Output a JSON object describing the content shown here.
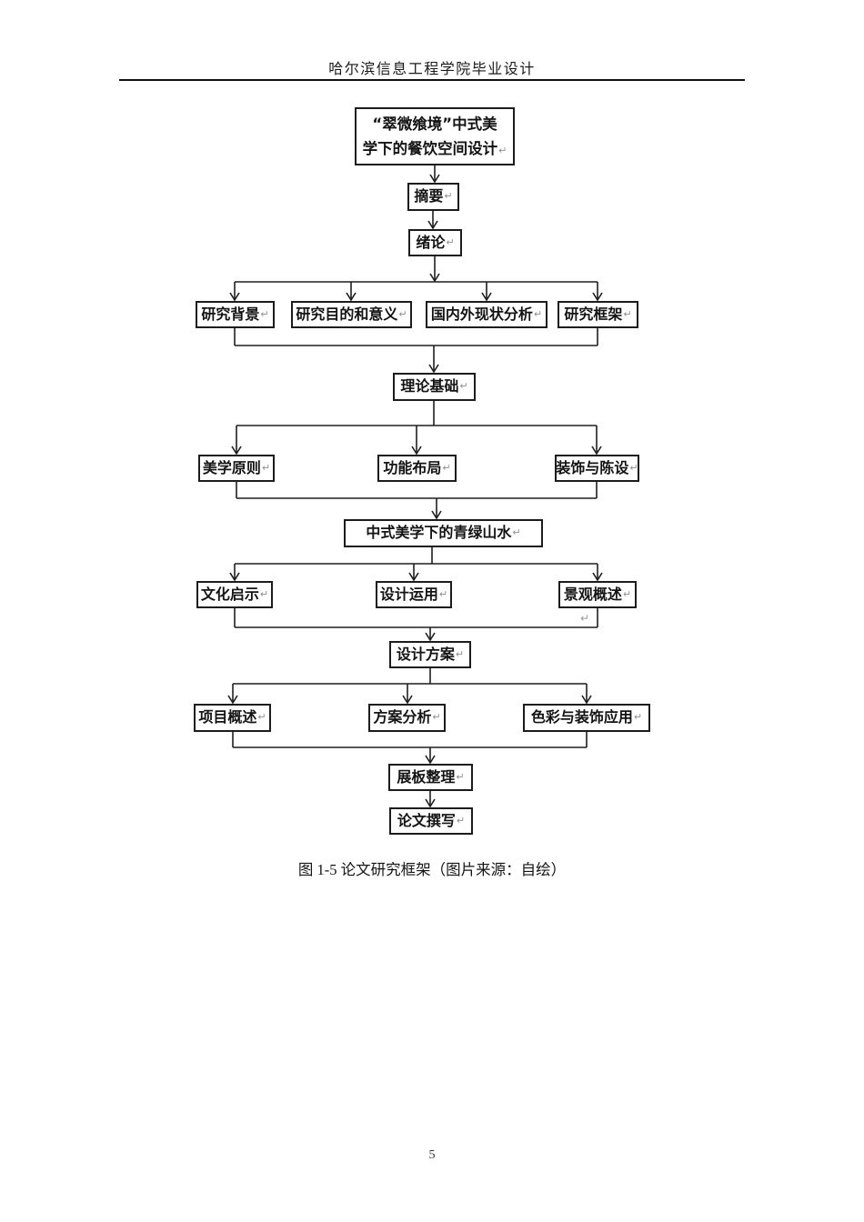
{
  "page": {
    "header_title": "哈尔滨信息工程学院毕业设计",
    "caption": "图 1-5 论文研究框架（图片来源：自绘）",
    "page_number": "5",
    "return_mark": "↵"
  },
  "diagram": {
    "nodes": {
      "title_line1": "“翠微飨境”中式美",
      "title_line2": "学下的餐饮空间设计",
      "abstract": "摘要",
      "introduction": "绪论",
      "research_background": "研究背景",
      "research_purpose": "研究目的和意义",
      "domestic_foreign_analysis": "国内外现状分析",
      "research_framework": "研究框架",
      "theoretical_basis": "理论基础",
      "aesthetic_principles": "美学原则",
      "functional_layout": "功能布局",
      "decoration_furnishing": "装饰与陈设",
      "blue_green_landscape": "中式美学下的青绿山水",
      "cultural_inspiration": "文化启示",
      "design_application": "设计运用",
      "landscape_overview": "景观概述",
      "design_scheme": "设计方案",
      "project_overview": "项目概述",
      "scheme_analysis": "方案分析",
      "color_decoration_application": "色彩与装饰应用",
      "exhibition_board": "展板整理",
      "thesis_writing": "论文撰写"
    },
    "edges": [
      {
        "from": "title",
        "to": "abstract"
      },
      {
        "from": "abstract",
        "to": "introduction"
      },
      {
        "from": "introduction",
        "to": "research_background"
      },
      {
        "from": "introduction",
        "to": "research_purpose"
      },
      {
        "from": "introduction",
        "to": "domestic_foreign_analysis"
      },
      {
        "from": "introduction",
        "to": "research_framework"
      },
      {
        "from": "research_background",
        "to": "theoretical_basis"
      },
      {
        "from": "research_framework",
        "to": "theoretical_basis"
      },
      {
        "from": "theoretical_basis",
        "to": "aesthetic_principles"
      },
      {
        "from": "theoretical_basis",
        "to": "functional_layout"
      },
      {
        "from": "theoretical_basis",
        "to": "decoration_furnishing"
      },
      {
        "from": "aesthetic_principles",
        "to": "blue_green_landscape"
      },
      {
        "from": "decoration_furnishing",
        "to": "blue_green_landscape"
      },
      {
        "from": "blue_green_landscape",
        "to": "cultural_inspiration"
      },
      {
        "from": "blue_green_landscape",
        "to": "design_application"
      },
      {
        "from": "blue_green_landscape",
        "to": "landscape_overview"
      },
      {
        "from": "cultural_inspiration",
        "to": "design_scheme"
      },
      {
        "from": "landscape_overview",
        "to": "design_scheme"
      },
      {
        "from": "design_scheme",
        "to": "project_overview"
      },
      {
        "from": "design_scheme",
        "to": "scheme_analysis"
      },
      {
        "from": "design_scheme",
        "to": "color_decoration_application"
      },
      {
        "from": "project_overview",
        "to": "exhibition_board"
      },
      {
        "from": "color_decoration_application",
        "to": "exhibition_board"
      },
      {
        "from": "exhibition_board",
        "to": "thesis_writing"
      }
    ]
  }
}
